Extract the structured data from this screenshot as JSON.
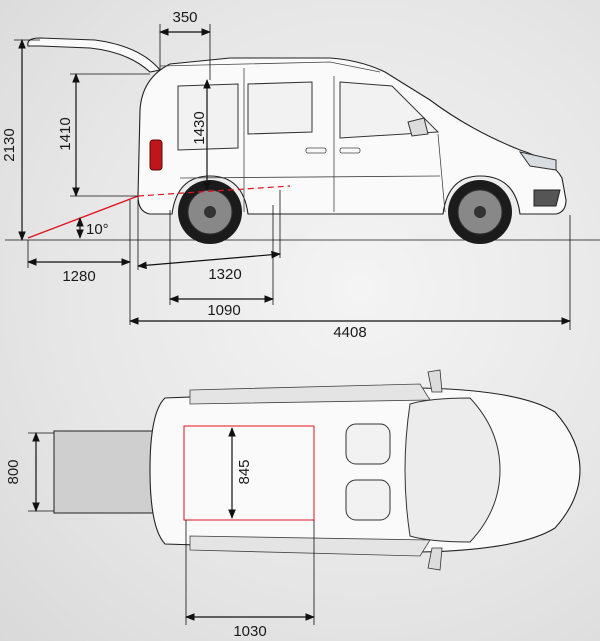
{
  "side_view": {
    "dims": {
      "tailgate_overhang": "350",
      "overall_height_open": "2130",
      "load_height": "1410",
      "door_opening_height": "1430",
      "ramp_angle": "10°",
      "ramp_length": "1280",
      "floor_length": "1320",
      "wheelbase_floor": "1090",
      "overall_length": "4408"
    }
  },
  "top_view": {
    "dims": {
      "ramp_width": "800",
      "floor_width": "845",
      "floor_length": "1030"
    }
  },
  "colors": {
    "ramp_line": "#e0141e",
    "floor_outline": "#e0141e",
    "dimension_line": "#111111",
    "body_fill": "#fafafa",
    "ramp_fill": "#cfcfcf"
  }
}
